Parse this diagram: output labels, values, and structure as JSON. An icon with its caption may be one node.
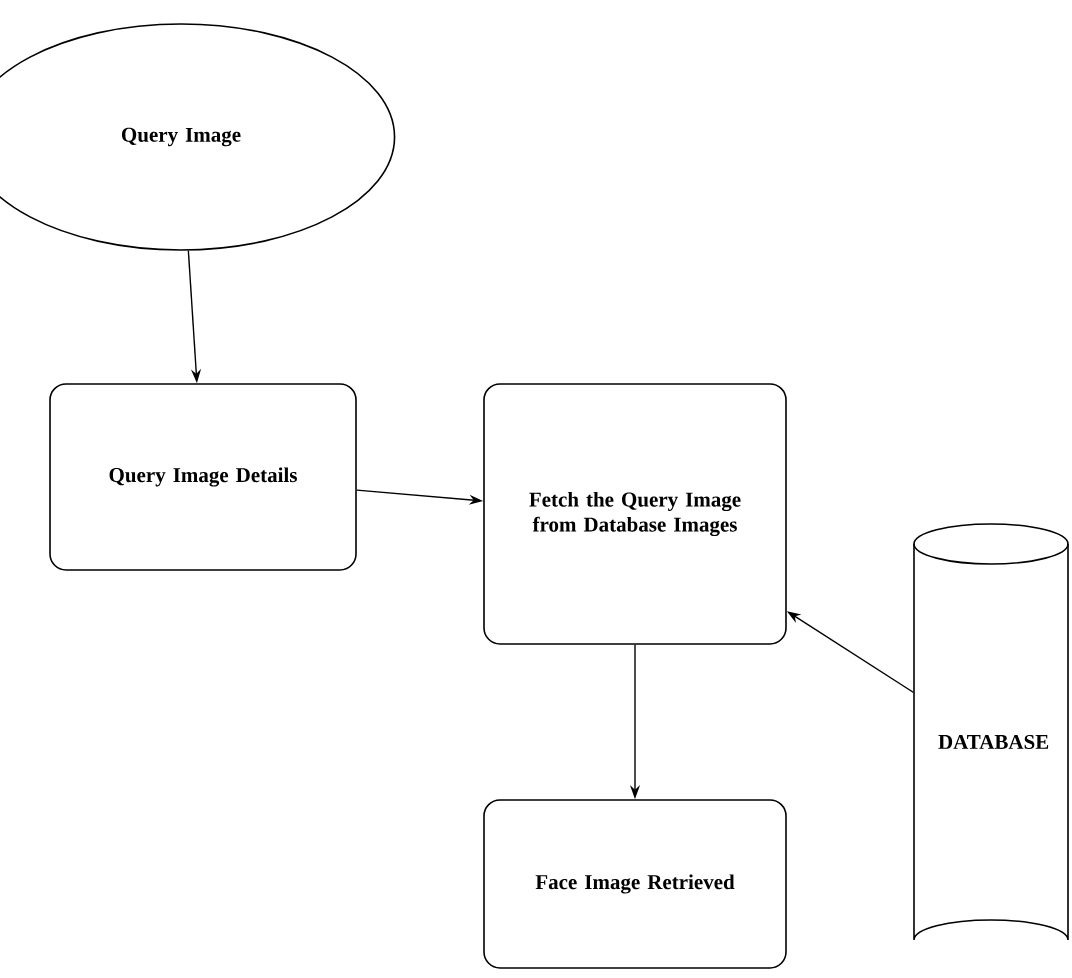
{
  "diagram": {
    "nodes": [
      {
        "text": [
          "Query Image"
        ]
      },
      {
        "text": [
          "Query Image Details"
        ]
      },
      {
        "text": [
          "Fetch the Query Image from Database Images"
        ]
      },
      {
        "text": [
          "Face Image Retrieved"
        ]
      },
      {
        "text": [
          "DATABASE"
        ]
      }
    ],
    "edges": [
      {
        "from": 0,
        "to": 1,
        "arrow": "to"
      },
      {
        "from": 1,
        "to": 2,
        "arrow": "to"
      },
      {
        "from": 2,
        "to": 3,
        "arrow": "to"
      },
      {
        "from": 4,
        "to": 2,
        "arrow": "to"
      }
    ]
  }
}
